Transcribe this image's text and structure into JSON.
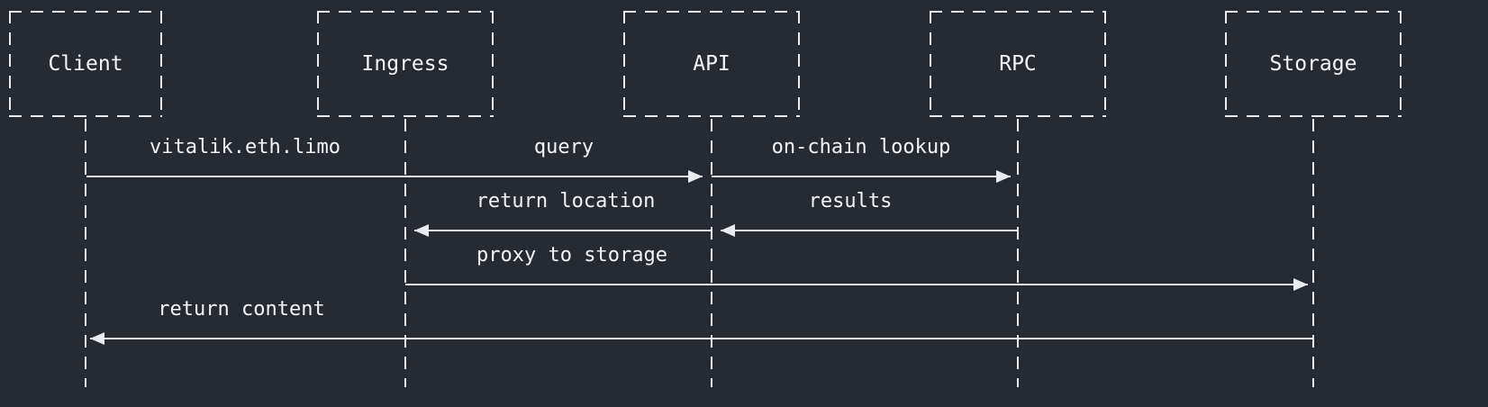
{
  "diagram": {
    "type": "sequence",
    "background_color": "#262a33",
    "line_color": "#e9ebee",
    "text_color": "#f3f5f7"
  },
  "actors": [
    {
      "name": "Client"
    },
    {
      "name": "Ingress"
    },
    {
      "name": "API"
    },
    {
      "name": "RPC"
    },
    {
      "name": "Storage"
    }
  ],
  "messages": [
    {
      "label": "vitalik.eth.limo",
      "from": "Client",
      "to": "Ingress"
    },
    {
      "label": "query",
      "from": "Ingress",
      "to": "API"
    },
    {
      "label": "on-chain lookup",
      "from": "API",
      "to": "RPC"
    },
    {
      "label": "return location",
      "from": "API",
      "to": "Ingress"
    },
    {
      "label": "results",
      "from": "RPC",
      "to": "API"
    },
    {
      "label": "proxy to storage",
      "from": "Ingress",
      "to": "Storage"
    },
    {
      "label": "return content",
      "from": "Storage",
      "to": "Client"
    }
  ]
}
